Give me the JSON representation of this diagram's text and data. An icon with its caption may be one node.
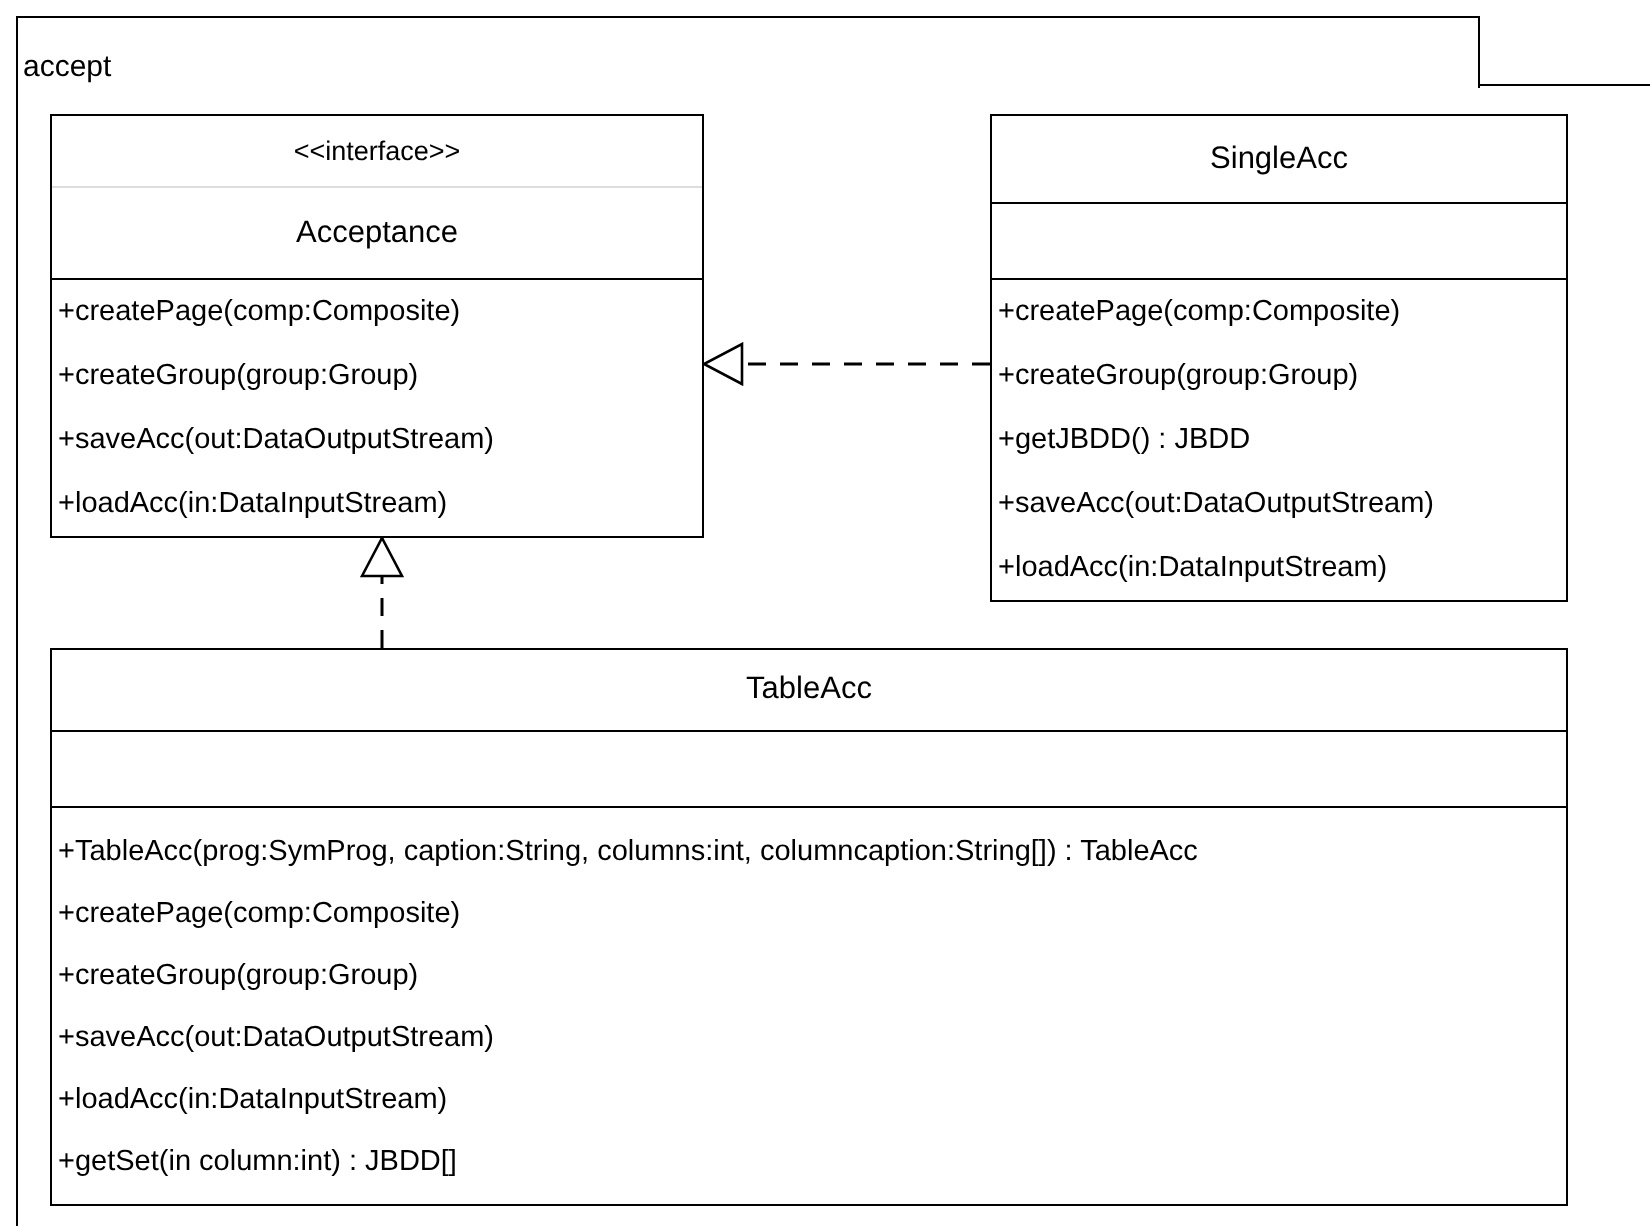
{
  "diagram": {
    "nodes": [
      {
        "text": [
          "accept"
        ]
      },
      {
        "text": [
          "<<interface>>",
          "Acceptance",
          "+createPage(comp:Composite)",
          "+createGroup(group:Group)",
          "+saveAcc(out:DataOutputStream)",
          "+loadAcc(in:DataInputStream)"
        ],
        "in": 0
      },
      {
        "text": [
          "SingleAcc",
          "+createPage(comp:Composite)",
          "+createGroup(group:Group)",
          "+getJBDD() : JBDD",
          "+saveAcc(out:DataOutputStream)",
          "+loadAcc(in:DataInputStream)"
        ],
        "in": 0
      },
      {
        "text": [
          "TableAcc",
          "+TableAcc(prog:SymProg, caption:String, columns:int, columncaption:String[]) : TableAcc",
          "+createPage(comp:Composite)",
          "+createGroup(group:Group)",
          "+saveAcc(out:DataOutputStream)",
          "+loadAcc(in:DataInputStream)",
          "+getSet(in column:int) : JBDD[]"
        ],
        "in": 0
      }
    ],
    "edges": [
      {
        "from": 2,
        "to": 1,
        "arrow": "to",
        "style": "dashed"
      },
      {
        "from": 3,
        "to": 1,
        "arrow": "to",
        "style": "dashed"
      }
    ]
  }
}
